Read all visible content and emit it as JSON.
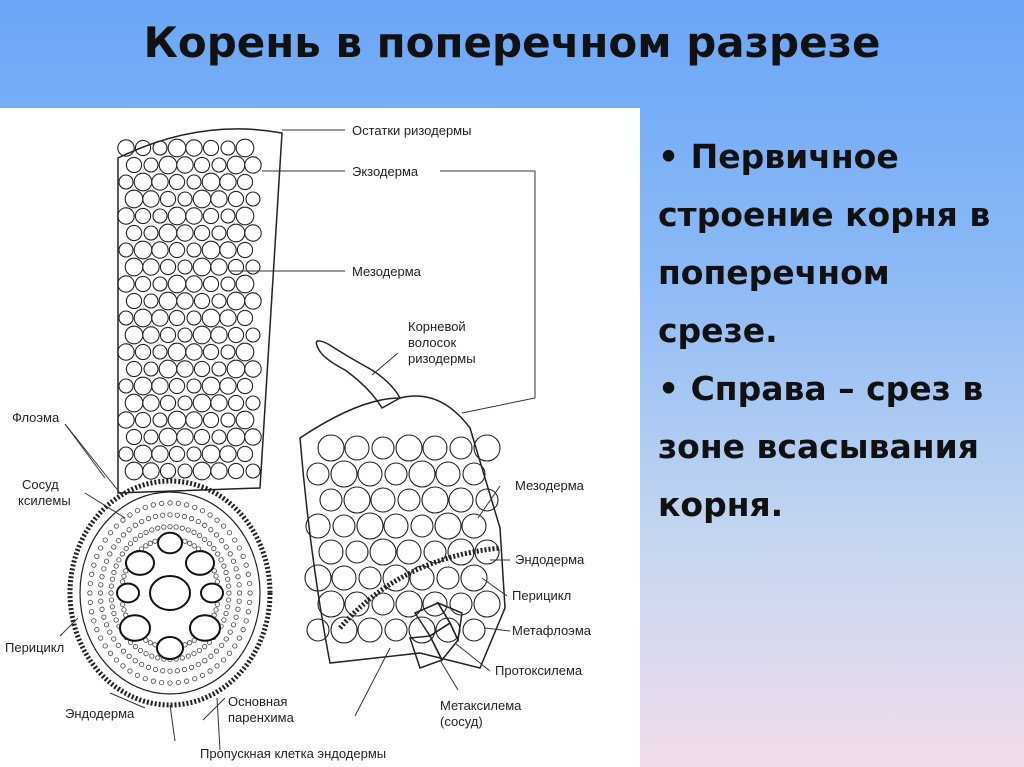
{
  "slide": {
    "title": "Корень в поперечном разрезе"
  },
  "bullets": [
    "• Первичное строение корня в поперечном срезе.",
    "• Справа – срез в зоне всасывания корня."
  ],
  "diagram": {
    "labels": {
      "rhizoderm_remnants": "Остатки ризодермы",
      "exoderm": "Экзодерма",
      "mesoderm_left": "Мезодерма",
      "root_hair_1": "Корневой",
      "root_hair_2": "волосок",
      "root_hair_3": "ризодермы",
      "phloem": "Флоэма",
      "xylem_vessel_1": "Сосуд",
      "xylem_vessel_2": "ксилемы",
      "mesoderm_right": "Мезодерма",
      "endoderm_right": "Эндодерма",
      "pericycle_right": "Перицикл",
      "metaphloem": "Метафлоэма",
      "protoxylem": "Протоксилема",
      "metaxylem_1": "Метаксилема",
      "metaxylem_2": "(сосуд)",
      "pericycle_left": "Перицикл",
      "endoderm_left": "Эндодерма",
      "ground_parenchyma_1": "Основная",
      "ground_parenchyma_2": "паренхима",
      "passage_cell": "Пропускная клетка эндодермы"
    }
  }
}
